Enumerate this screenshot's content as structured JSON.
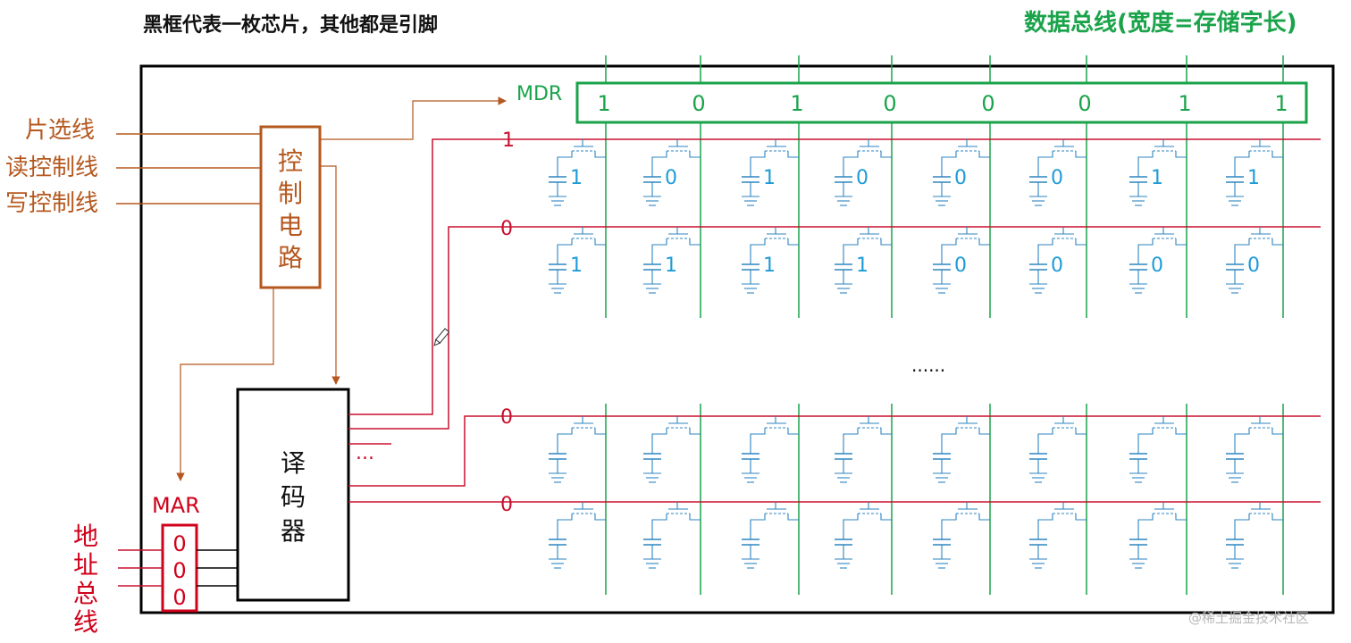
{
  "title": "黑框代表一枚芯片，其他都是引脚",
  "bus_title": "数据总线(宽度=存储字长)",
  "pins": {
    "chip_select": "片选线",
    "read_control": "读控制线",
    "write_control": "写控制线"
  },
  "control_circuit": {
    "chars": [
      "控",
      "制",
      "电",
      "路"
    ]
  },
  "decoder": {
    "chars": [
      "译",
      "码",
      "器"
    ],
    "ellipsis": "..."
  },
  "mdr": {
    "label": "MDR",
    "bits": [
      "1",
      "0",
      "1",
      "0",
      "0",
      "0",
      "1",
      "1"
    ]
  },
  "mar": {
    "label": "MAR",
    "bits": [
      "0",
      "0",
      "0"
    ]
  },
  "address_bus": {
    "chars": [
      "地",
      "址",
      "总",
      "线"
    ]
  },
  "word_lines": [
    "1",
    "0",
    "0",
    "0"
  ],
  "cell_values": {
    "row1": [
      "1",
      "0",
      "1",
      "0",
      "0",
      "0",
      "1",
      "1"
    ],
    "row2": [
      "1",
      "1",
      "1",
      "1",
      "0",
      "0",
      "0",
      "0"
    ]
  },
  "middle_ellipsis": "......",
  "watermark": "@稀土掘金技术社区",
  "colors": {
    "chip_border": "#000000",
    "pin_text": "#b5581f",
    "control_border": "#b5581f",
    "bus_green": "#1aa34a",
    "word_line_red": "#c8102e",
    "cell_blue": "#2e86c1",
    "cell_value_blue": "#1e9bd7",
    "mar_red": "#d0021b",
    "gray_arrow": "#8c8c8c"
  }
}
